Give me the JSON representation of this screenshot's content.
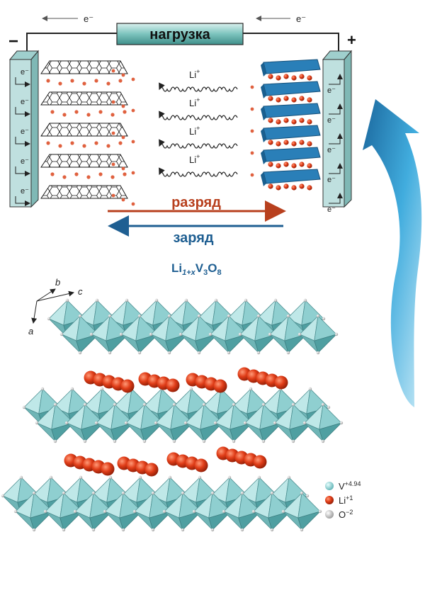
{
  "battery": {
    "load_label": "нагрузка",
    "electron_label": "e⁻",
    "electron_top_left": "e⁻",
    "electron_top_right": "e⁻",
    "minus_sign": "−",
    "plus_sign": "+",
    "li_ion_label": "Li",
    "li_ion_charge": "+",
    "discharge_label": "разряд",
    "charge_label": "заряд"
  },
  "structure": {
    "formula": {
      "base": "Li",
      "sub1": "1+x",
      "mid": "V",
      "sub2": "3",
      "end": "O",
      "sub3": "8"
    },
    "axes": {
      "a": "a",
      "b": "b",
      "c": "c"
    },
    "legend": [
      {
        "symbol": "V",
        "charge": "+4.94",
        "color": "#8fd3d6"
      },
      {
        "symbol": "Li",
        "charge": "+1",
        "color": "#d8361a"
      },
      {
        "symbol": "O",
        "charge": "−2",
        "color": "#cfcfcf"
      }
    ]
  },
  "colors": {
    "electrode_fill": "#bfe0df",
    "cathode_blue": "#2a7fb8",
    "lithium_red": "#d8361a",
    "discharge_arrow": "#b8401e",
    "charge_arrow": "#1f5f92",
    "polyhedra": "#8fcfd0",
    "big_arrow": "#2f9fd6"
  }
}
